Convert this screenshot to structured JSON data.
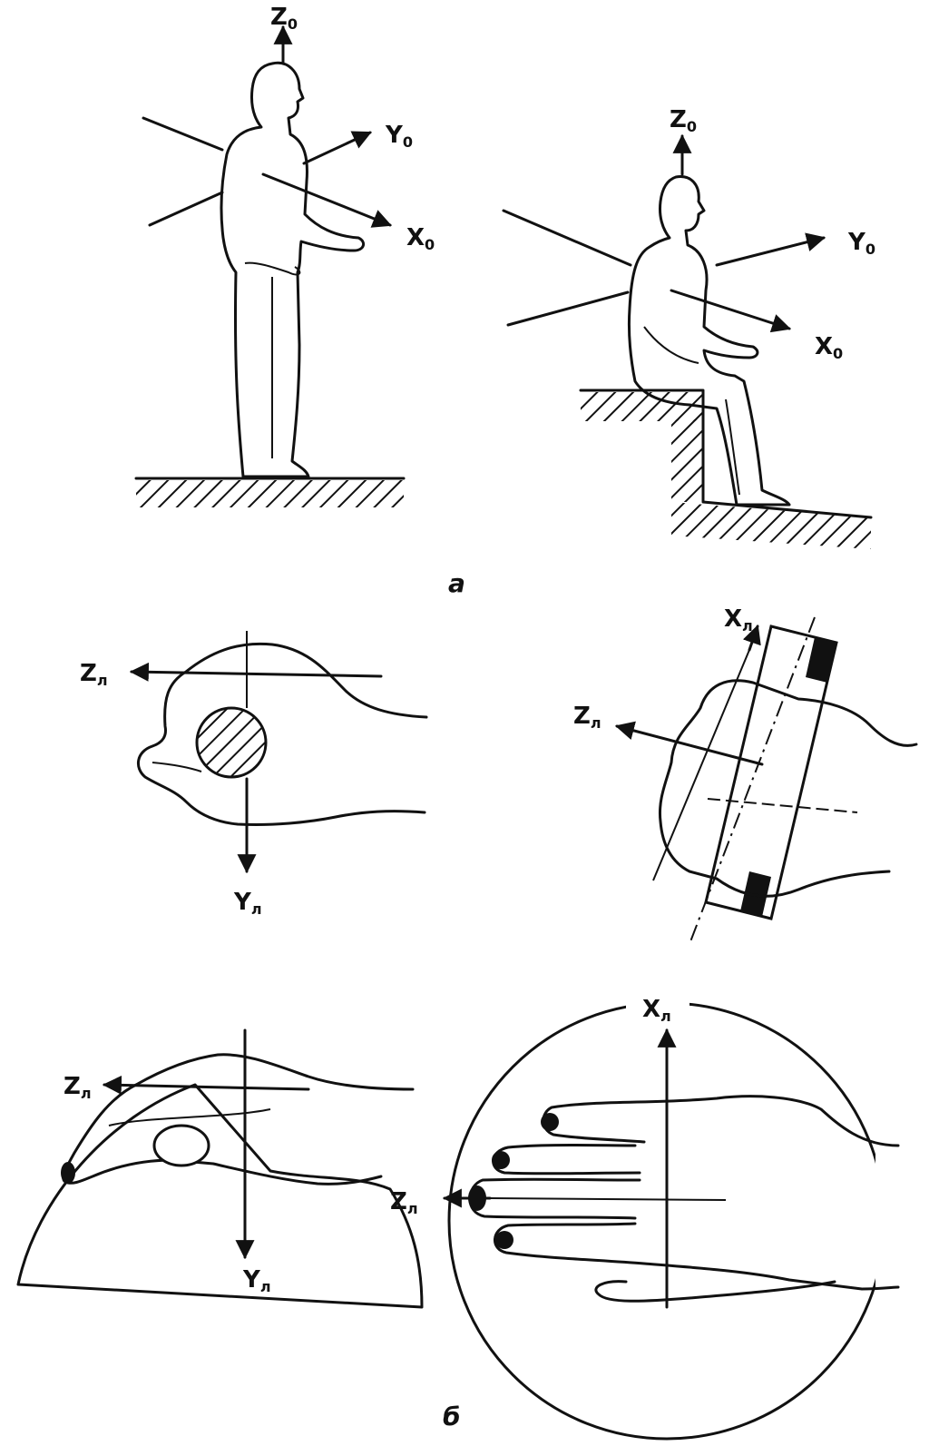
{
  "axes": {
    "z0": "Z",
    "z0_sub": "0",
    "y0": "Y",
    "y0_sub": "0",
    "x0": "X",
    "x0_sub": "0",
    "zh": "Z",
    "zh_sub": "л",
    "yh": "Y",
    "yh_sub": "л",
    "xh": "X",
    "xh_sub": "л"
  },
  "panels": {
    "a": "а",
    "b": "б"
  }
}
